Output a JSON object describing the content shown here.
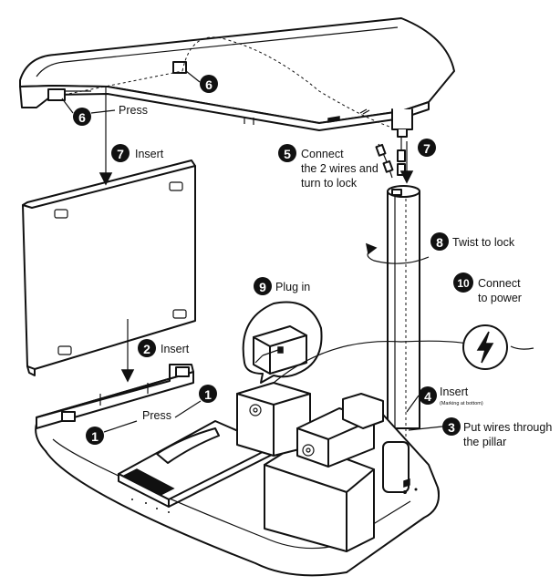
{
  "steps": {
    "s1a": {
      "num": "1",
      "text": ""
    },
    "s1b": {
      "num": "1",
      "text": "Press"
    },
    "s2": {
      "num": "2",
      "text": "Insert"
    },
    "s3": {
      "num": "3",
      "text_line1": "Put wires through",
      "text_line2": "the pillar"
    },
    "s4": {
      "num": "4",
      "text": "Insert",
      "note": "(Marking at bottom)"
    },
    "s5": {
      "num": "5",
      "text_line1": "Connect",
      "text_line2": "the 2 wires and",
      "text_line3": "turn to lock"
    },
    "s6a": {
      "num": "6",
      "text": ""
    },
    "s6b": {
      "num": "6",
      "text": "Press"
    },
    "s7a": {
      "num": "7",
      "text": "Insert"
    },
    "s7b": {
      "num": "7",
      "text": ""
    },
    "s8": {
      "num": "8",
      "text": "Twist to lock"
    },
    "s9": {
      "num": "9",
      "text": "Plug in"
    },
    "s10": {
      "num": "10",
      "text_line1": "Connect",
      "text_line2": "to power"
    }
  },
  "icons": {
    "power": "lightning-bolt"
  }
}
